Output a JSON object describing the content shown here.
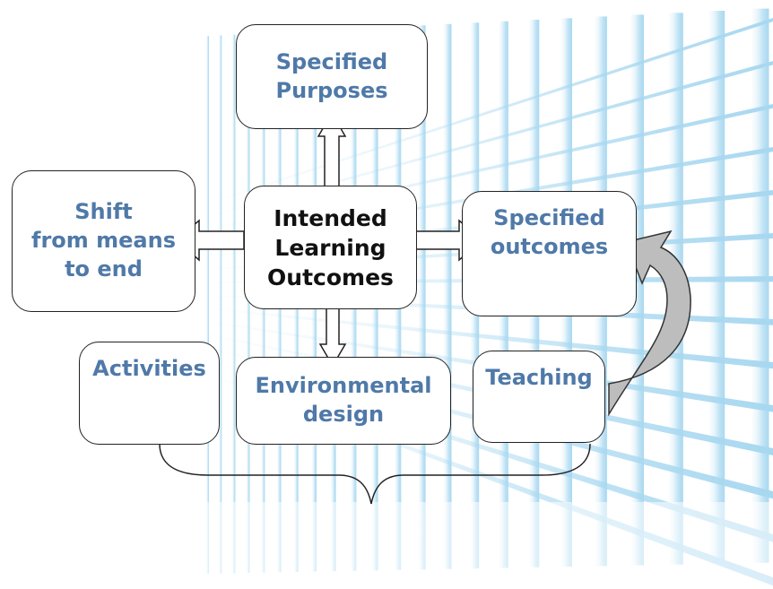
{
  "diagram": {
    "center": "Intended\nLearning\nOutcomes",
    "top": "Specified\nPurposes",
    "left": "Shift\nfrom means\nto end",
    "right": "Specified\noutcomes",
    "bottom": "Environmental\ndesign",
    "activities": "Activities",
    "teaching": "Teaching"
  },
  "colors": {
    "label_blue": "#4f79a8",
    "center_text": "#111111",
    "background_grid": "#a8d8f0",
    "curved_arrow": "#bdbdbd"
  }
}
